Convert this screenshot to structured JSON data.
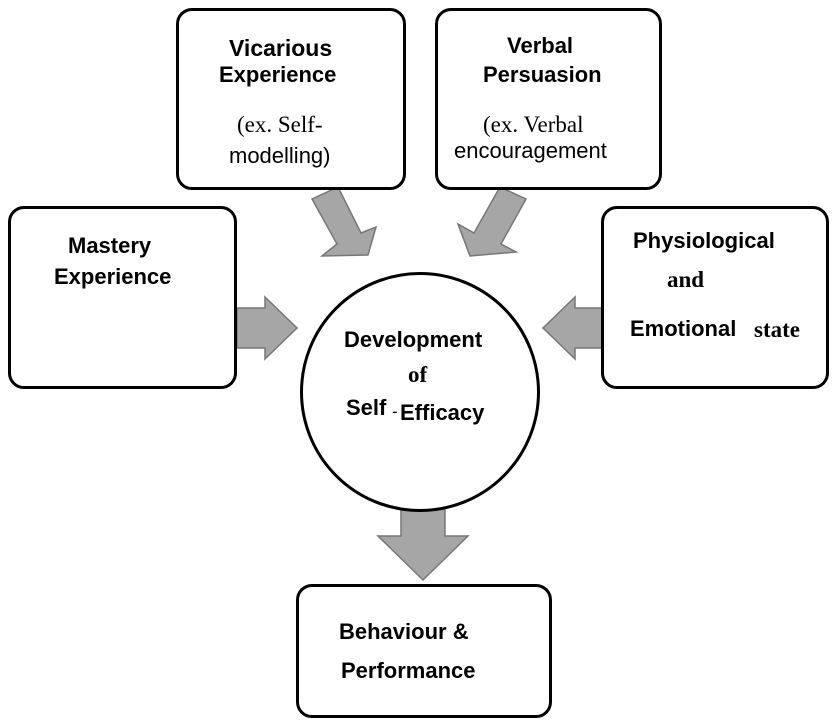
{
  "colors": {
    "arrow_fill": "#a6a6a6",
    "arrow_stroke": "#777777",
    "border": "#000000"
  },
  "nodes": {
    "vicarious": {
      "title_line1": "Vicarious",
      "title_line2": "Experience",
      "example_line1": "(ex. Self-",
      "example_line2": "modelling)"
    },
    "verbal": {
      "title_line1": "Verbal",
      "title_line2": "Persuasion",
      "example_line1": "(ex. Verbal",
      "example_line2": "encouragement"
    },
    "mastery": {
      "title_line1": "Mastery",
      "title_line2": "Experience"
    },
    "physiological": {
      "line1": "Physiological",
      "line2": "and",
      "line3_part1": "Emotional",
      "line3_part2": "state"
    },
    "center": {
      "line1": "Development",
      "line2": "of",
      "line3_part1": "Self",
      "line3_part2": "-",
      "line3_part3": "Efficacy"
    },
    "behaviour": {
      "line1": "Behaviour &",
      "line2": "Performance"
    }
  }
}
